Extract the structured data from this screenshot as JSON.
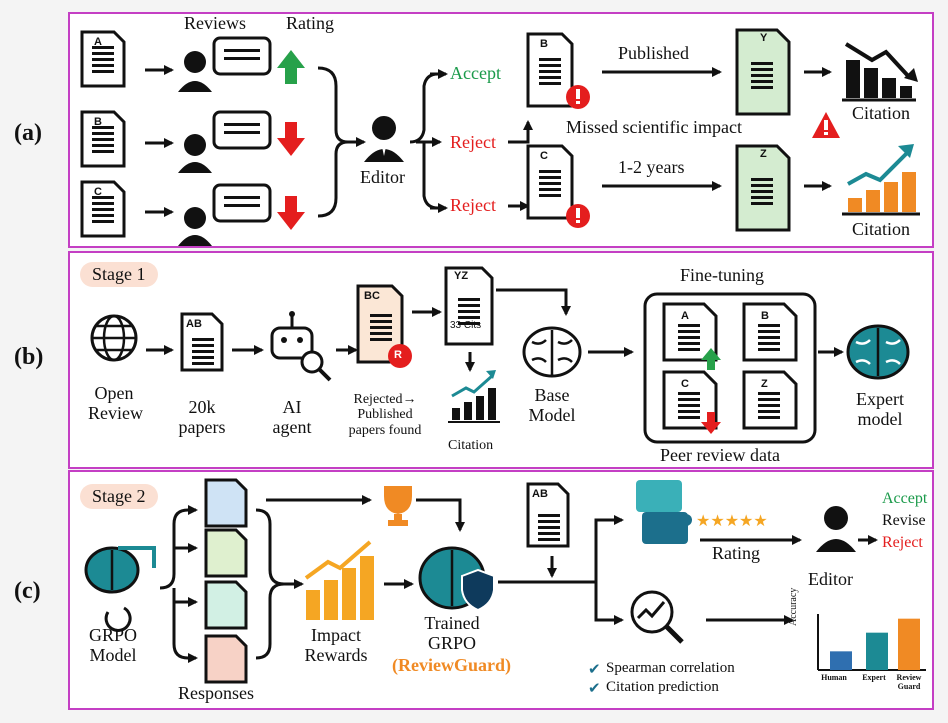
{
  "panel_a": {
    "label": "(a)",
    "reviews": "Reviews",
    "rating": "Rating",
    "doc_a": "A",
    "doc_b": "B",
    "doc_c": "C",
    "editor": "Editor",
    "accept": "Accept",
    "reject1": "Reject",
    "reject2": "Reject",
    "published": "Published",
    "doc_y": "Y",
    "doc_z": "Z",
    "missed": "Missed scientific impact",
    "years": "1-2 years",
    "citation1": "Citation",
    "citation2": "Citation"
  },
  "panel_b": {
    "label": "(b)",
    "stage": "Stage 1",
    "open_review": [
      "Open",
      "Review"
    ],
    "papers_count": [
      "20k",
      "papers"
    ],
    "agent": [
      "AI",
      "agent"
    ],
    "doc_ab": "AB",
    "doc_bc": "BC",
    "doc_yz": "YZ",
    "cits": "33 Cits",
    "r_badge": "R",
    "rejected": [
      "Rejected→",
      "Published",
      "papers found"
    ],
    "citation": "Citation",
    "base_model": [
      "Base",
      "Model"
    ],
    "fine_tuning": "Fine-tuning",
    "grid_docs": [
      "A",
      "B",
      "C",
      "Z"
    ],
    "peer_data": "Peer review data",
    "expert_model": [
      "Expert",
      "model"
    ]
  },
  "panel_c": {
    "label": "(c)",
    "stage": "Stage 2",
    "grpo_model": [
      "GRPO",
      "Model"
    ],
    "responses": "Responses",
    "impact_rewards": [
      "Impact",
      "Rewards"
    ],
    "trained": [
      "Trained",
      "GRPO"
    ],
    "reviewguard": "(ReviewGuard)",
    "doc_ab": "AB",
    "rating": "Rating",
    "editor": "Editor",
    "accept": "Accept",
    "revise": "Revise",
    "reject": "Reject",
    "check1": "Spearman correlation",
    "check2": "Citation prediction",
    "accuracy_label": "Accuracy",
    "colors": {
      "accept": "#1a9a4a",
      "reject": "#e41e1e",
      "reviewguard": "#f08a24"
    }
  },
  "chart_data": {
    "type": "bar",
    "categories": [
      "Human",
      "Expert",
      "Review Guard"
    ],
    "values": [
      1,
      2,
      2.75
    ],
    "ylabel": "Accuracy"
  }
}
